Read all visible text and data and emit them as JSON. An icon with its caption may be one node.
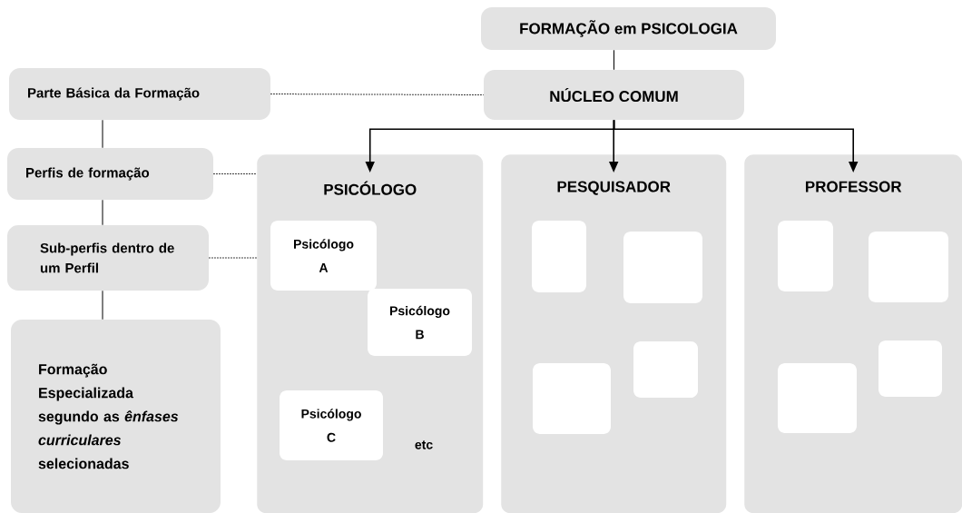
{
  "diagram": {
    "nodes": [
      {
        "text": [
          "FORMAÇÃO em PSICOLOGIA"
        ]
      },
      {
        "text": [
          "NÚCLEO COMUM"
        ]
      },
      {
        "text": [
          "Parte Básica da Formação"
        ]
      },
      {
        "text": [
          "Perfis de formação"
        ]
      },
      {
        "text": [
          "Sub-perfis dentro de um Perfil"
        ]
      },
      {
        "text": [
          "Formação Especializada segundo as *ênfases curriculares* selecionadas"
        ]
      },
      {
        "text": [
          "PSICÓLOGO"
        ]
      },
      {
        "text": [
          "PESQUISADOR"
        ]
      },
      {
        "text": [
          "PROFESSOR"
        ]
      },
      {
        "text": [
          "Psicólogo A"
        ],
        "in": 6
      },
      {
        "text": [
          "Psicólogo B"
        ],
        "in": 6
      },
      {
        "text": [
          "Psicólogo C"
        ],
        "in": 6
      },
      {
        "text": [],
        "shape": "box",
        "in": 7
      },
      {
        "text": [],
        "shape": "box",
        "in": 7
      },
      {
        "text": [],
        "shape": "box",
        "in": 7
      },
      {
        "text": [],
        "shape": "box",
        "in": 7
      },
      {
        "text": [],
        "shape": "box",
        "in": 8
      },
      {
        "text": [],
        "shape": "box",
        "in": 8
      },
      {
        "text": [],
        "shape": "box",
        "in": 8
      },
      {
        "text": [],
        "shape": "box",
        "in": 8
      }
    ],
    "edges": [
      {
        "from": 0,
        "to": 1,
        "arrow": "none"
      },
      {
        "from": 1,
        "to": 6,
        "arrow": "to"
      },
      {
        "from": 1,
        "to": 7,
        "arrow": "to"
      },
      {
        "from": 1,
        "to": 8,
        "arrow": "to"
      },
      {
        "from": 2,
        "to": 1,
        "arrow": "none",
        "style": "dashed"
      },
      {
        "from": 2,
        "to": 3,
        "arrow": "none"
      },
      {
        "from": 3,
        "to": 4,
        "arrow": "none"
      },
      {
        "from": 4,
        "to": 5,
        "arrow": "none"
      },
      {
        "from": 3,
        "to": 6,
        "arrow": "none",
        "style": "dashed"
      },
      {
        "from": 4,
        "to": 6,
        "arrow": "none",
        "style": "dashed"
      }
    ],
    "labels": [
      "etc"
    ]
  }
}
